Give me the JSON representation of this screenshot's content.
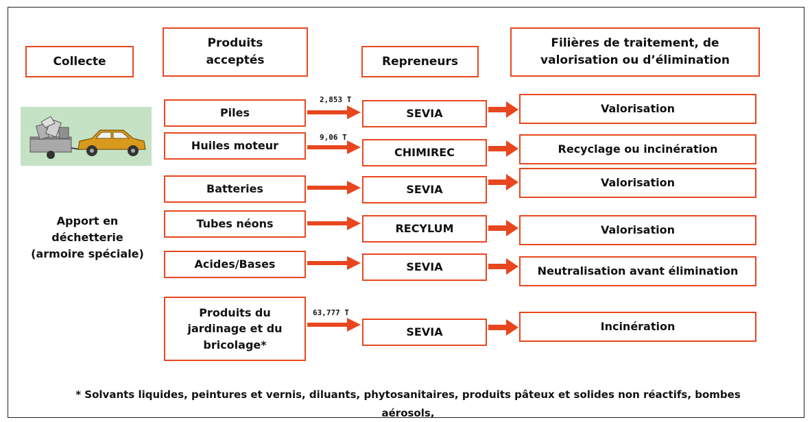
{
  "headers": {
    "collecte": "Collecte",
    "produits": "Produits\nacceptés",
    "repreneurs": "Repreneurs",
    "filieres": "Filières de traitement, de\nvalorisation ou d’élimination"
  },
  "collection": {
    "image": "car-with-trailer-icon",
    "caption": "Apport en\ndéchetterie\n(armoire spéciale)"
  },
  "rows": [
    {
      "product": "Piles",
      "quantity": "2,853 T",
      "repreneur": "SEVIA",
      "filiere": "Valorisation"
    },
    {
      "product": "Huiles moteur",
      "quantity": "9,06 T",
      "repreneur": "CHIMIREC",
      "filiere": "Recyclage ou incinération"
    },
    {
      "product": "Batteries",
      "quantity": "",
      "repreneur": "SEVIA",
      "filiere": "Valorisation"
    },
    {
      "product": "Tubes néons",
      "quantity": "",
      "repreneur": "RECYLUM",
      "filiere": "Valorisation"
    },
    {
      "product": "Acides/Bases",
      "quantity": "",
      "repreneur": "SEVIA",
      "filiere": "Neutralisation avant élimination"
    },
    {
      "product": "Produits du\njardinage et du\nbricolage*",
      "quantity": "63,777 T",
      "repreneur": "SEVIA",
      "filiere": "Incinération"
    }
  ],
  "footnote": "* Solvants liquides, peintures et vernis, diluants, phytosanitaires, produits pâteux et solides non réactifs, bombes\naérosols,",
  "colors": {
    "accent": "#e8461e",
    "image_bg": "#c5e2c5",
    "car": "#d99a1c"
  }
}
